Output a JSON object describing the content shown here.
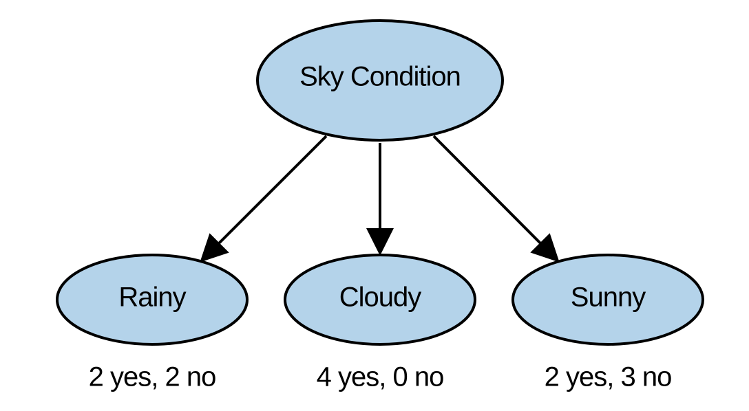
{
  "root": {
    "label": "Sky Condition"
  },
  "children": [
    {
      "label": "Rainy",
      "counts": "2 yes, 2 no"
    },
    {
      "label": "Cloudy",
      "counts": "4 yes, 0 no"
    },
    {
      "label": "Sunny",
      "counts": "2 yes, 3 no"
    }
  ],
  "colors": {
    "node_fill": "#b4d3ea",
    "outline": "#000000"
  }
}
